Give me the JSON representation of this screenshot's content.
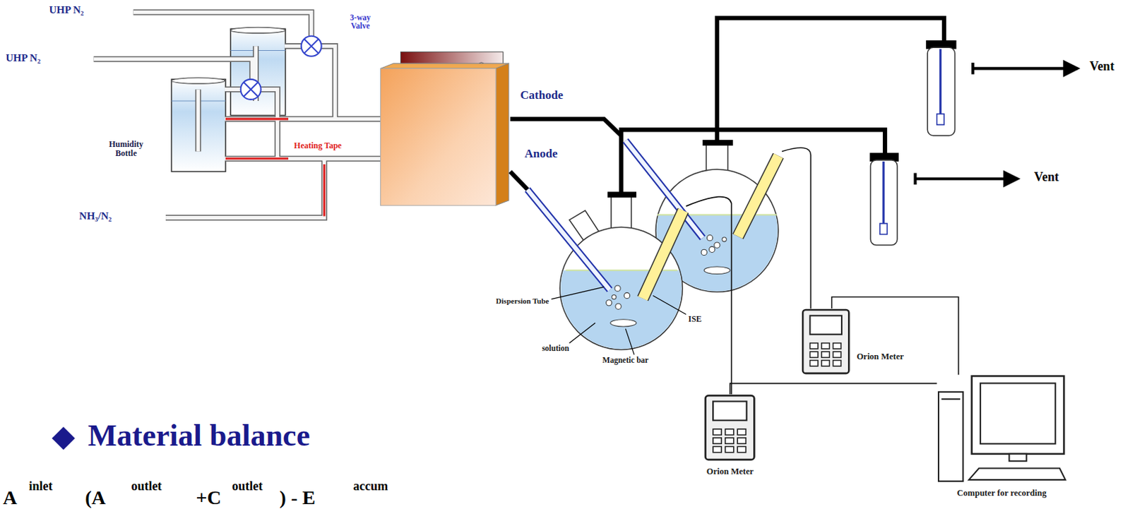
{
  "diagram": {
    "nodes": [
      {
        "text": [
          "Orion Meter"
        ]
      },
      {
        "text": [
          "Orion Meter"
        ]
      },
      {
        "text": [
          "Computer for recording"
        ]
      }
    ],
    "edges": [
      {
        "from": 0,
        "to": 2,
        "arrow": "none"
      },
      {
        "from": 1,
        "to": 2,
        "arrow": "none"
      }
    ],
    "labels": [
      "UHP N₂",
      "UHP N₂",
      "3-way Valve",
      "Humidity Bottle",
      "Heating Tape",
      "NH₃/N₂",
      "Cathode",
      "Anode",
      "Vent",
      "Vent",
      "Dispersion Tube",
      "solution",
      "Magnetic bar",
      "ISE",
      "Material balance",
      "A",
      "inlet",
      "(A",
      "outlet",
      "+C",
      "outlet",
      ") - E",
      "accum"
    ]
  }
}
